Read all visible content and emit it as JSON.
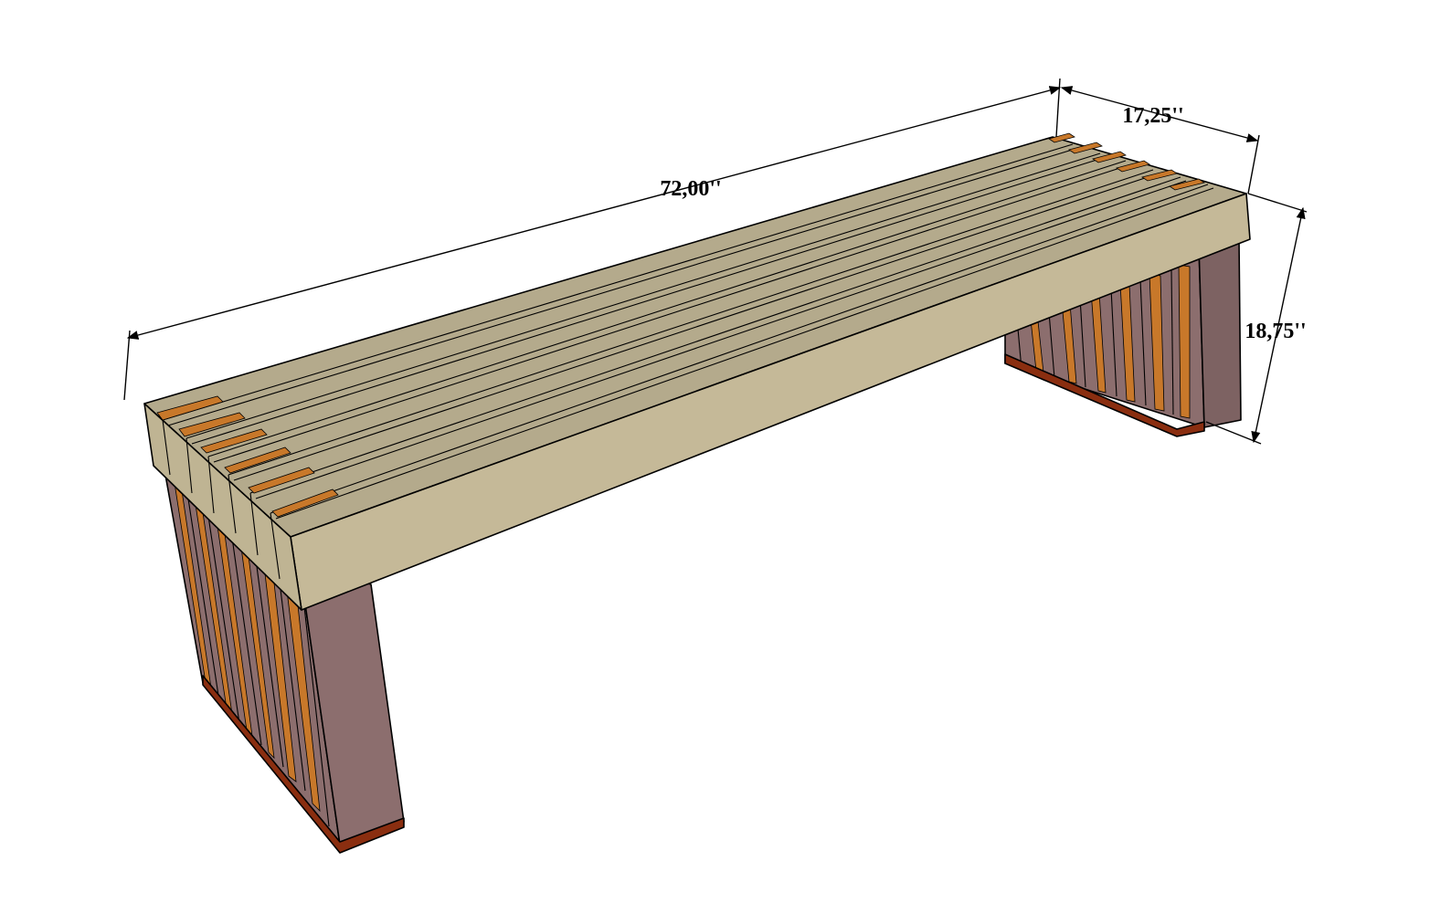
{
  "dimensions": {
    "length": "72,00''",
    "width": "17,25''",
    "height": "18,75''"
  },
  "colors": {
    "seat_top": "#b4aa8c",
    "seat_front": "#c5b998",
    "seat_end": "#bfb493",
    "slat_gap": "#9a8f74",
    "leg": "#8c6e6e",
    "leg_dark": "#7d6262",
    "leg_accent": "#c8782a",
    "leg_foot": "#8a2e10"
  }
}
